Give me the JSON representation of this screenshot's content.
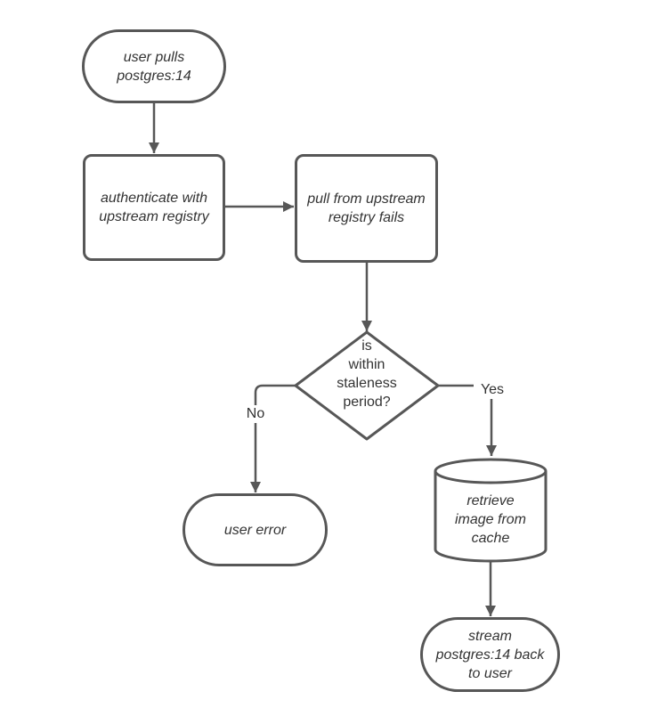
{
  "diagram": {
    "type": "flowchart",
    "background_color": "#ffffff",
    "stroke_color": "#575757",
    "text_color": "#333333",
    "nodes": [
      {
        "id": "start",
        "shape": "terminator",
        "label": "user pulls\npostgres:14"
      },
      {
        "id": "authenticate",
        "shape": "process",
        "label": "authenticate with\nupstream registry"
      },
      {
        "id": "pull-fails",
        "shape": "process",
        "label": "pull from upstream\nregistry fails"
      },
      {
        "id": "staleness-decision",
        "shape": "decision",
        "label": "is\nwithin\nstaleness\nperiod?"
      },
      {
        "id": "user-error",
        "shape": "terminator",
        "label": "user error"
      },
      {
        "id": "cache",
        "shape": "database-cylinder",
        "label": "retrieve\nimage from\ncache"
      },
      {
        "id": "stream-back",
        "shape": "terminator",
        "label": "stream\npostgres:14 back\nto user"
      }
    ],
    "edges": [
      {
        "from": "start",
        "to": "authenticate",
        "label": ""
      },
      {
        "from": "authenticate",
        "to": "pull-fails",
        "label": ""
      },
      {
        "from": "pull-fails",
        "to": "staleness-decision",
        "label": ""
      },
      {
        "from": "staleness-decision",
        "to": "user-error",
        "label": "No"
      },
      {
        "from": "staleness-decision",
        "to": "cache",
        "label": "Yes"
      },
      {
        "from": "cache",
        "to": "stream-back",
        "label": ""
      }
    ]
  }
}
